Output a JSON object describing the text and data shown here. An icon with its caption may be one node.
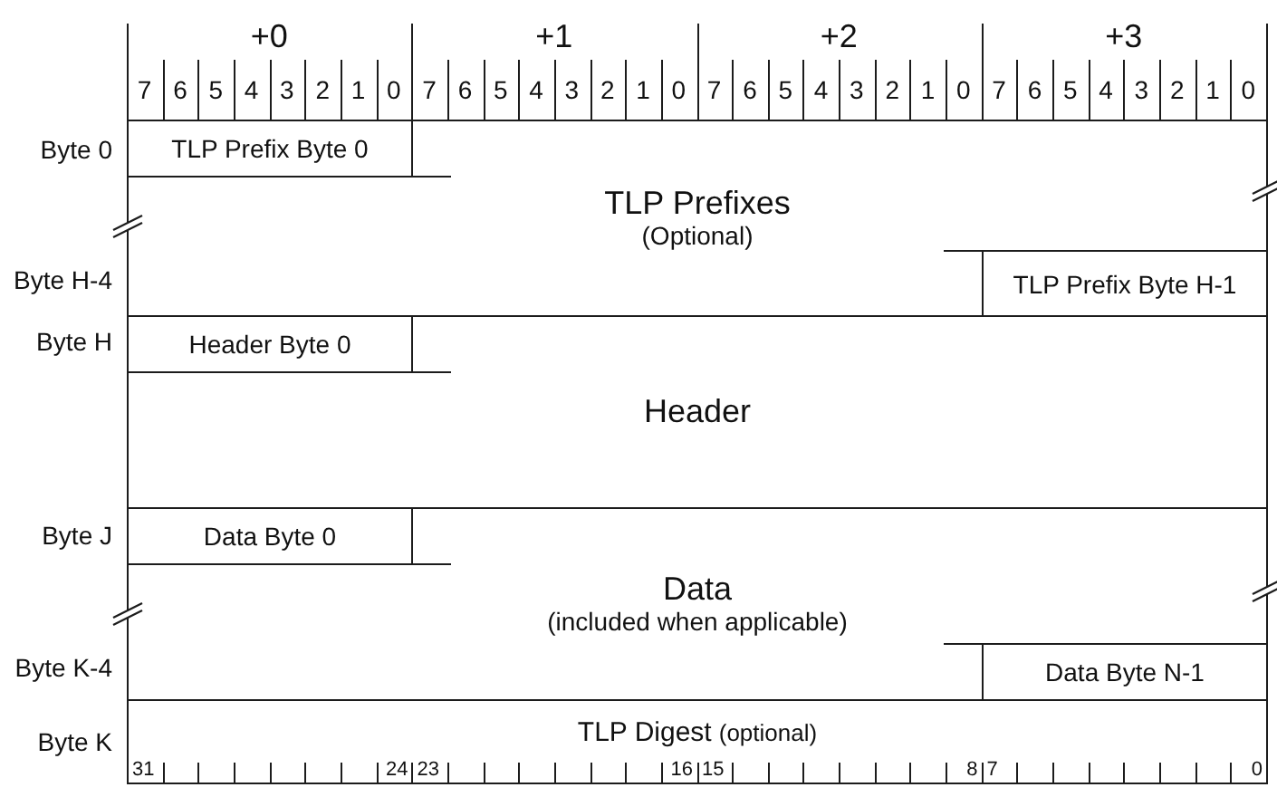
{
  "diagram": {
    "nodes": [
      {
        "text": [
          "TLP Prefixes",
          "(Optional)"
        ]
      },
      {
        "text": [
          "TLP Prefix Byte 0"
        ],
        "in": 0
      },
      {
        "text": [
          "TLP Prefix Byte H-1"
        ],
        "in": 0
      },
      {
        "text": [
          "Header"
        ]
      },
      {
        "text": [
          "Header Byte 0"
        ],
        "in": 3
      },
      {
        "text": [
          "Data",
          "(included when applicable)"
        ]
      },
      {
        "text": [
          "Data Byte 0"
        ],
        "in": 5
      },
      {
        "text": [
          "Data Byte N-1"
        ],
        "in": 5
      },
      {
        "text": [
          "TLP Digest",
          "(optional)"
        ]
      }
    ],
    "labels": [
      "+0",
      "+1",
      "+2",
      "+3",
      "7",
      "6",
      "5",
      "4",
      "3",
      "2",
      "1",
      "0",
      "7",
      "6",
      "5",
      "4",
      "3",
      "2",
      "1",
      "0",
      "7",
      "6",
      "5",
      "4",
      "3",
      "2",
      "1",
      "0",
      "7",
      "6",
      "5",
      "4",
      "3",
      "2",
      "1",
      "0",
      "Byte 0",
      "Byte H-4",
      "Byte H",
      "Byte J",
      "Byte K-4",
      "Byte K",
      "31",
      "24",
      "23",
      "16",
      "15",
      "8",
      "7",
      "0"
    ]
  }
}
